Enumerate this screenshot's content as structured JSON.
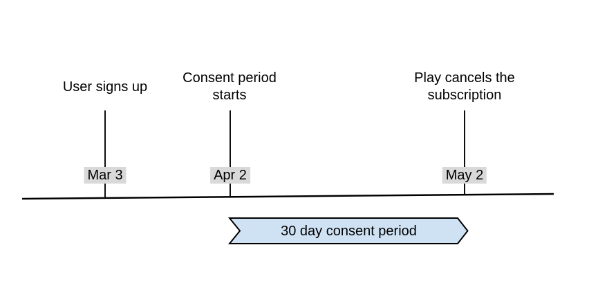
{
  "timeline": {
    "events": [
      {
        "label": "User signs up",
        "date": "Mar 3"
      },
      {
        "label": "Consent period starts",
        "date": "Apr 2"
      },
      {
        "label": "Play cancels the subscription",
        "date": "May 2"
      }
    ],
    "banner": {
      "label": "30 day consent period"
    },
    "colors": {
      "banner_fill": "#cfe2f3",
      "banner_stroke": "#000000",
      "date_badge_bg": "#d9d9d9",
      "axis_line": "#000000",
      "text": "#000000",
      "background": "#ffffff"
    }
  }
}
